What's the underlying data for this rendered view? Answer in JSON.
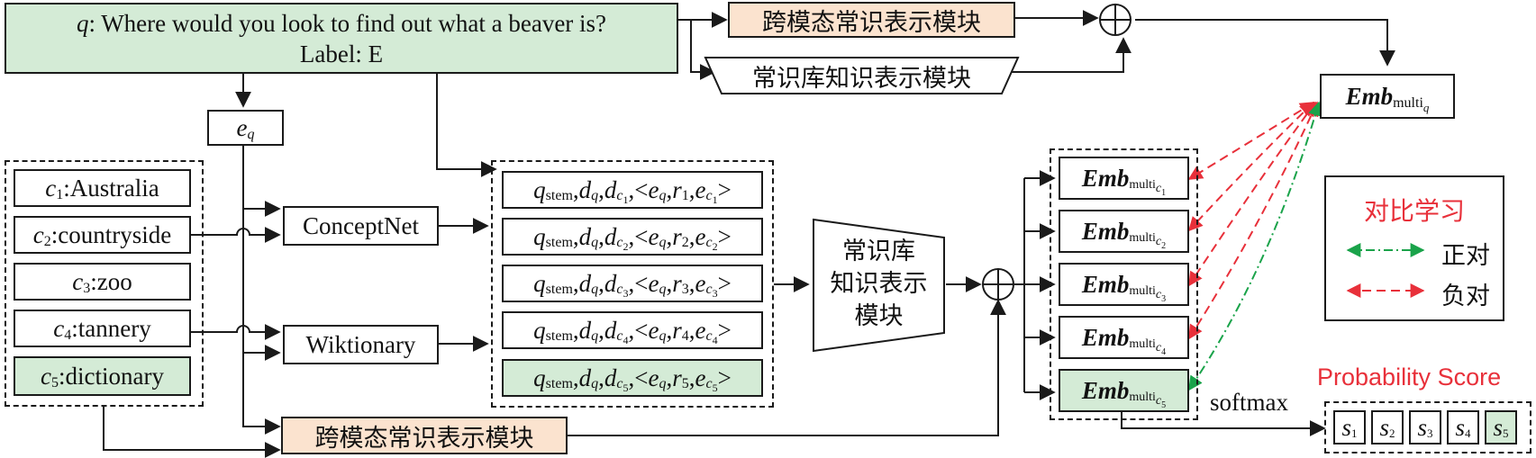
{
  "question": {
    "prefix": "q",
    "text": ": Where would you look to find out what a beaver is?",
    "label": "Label: E"
  },
  "modules": {
    "cross_modal_top": "跨模态常识表示模块",
    "kb_top": "常识库知识表示模块",
    "cross_modal_bottom": "跨模态常识表示模块",
    "kb_center": [
      "常识库",
      "知识表示",
      "模块"
    ]
  },
  "eq": {
    "sym": "e",
    "sub": "q"
  },
  "choices": [
    {
      "sym": "c",
      "sub": "1",
      "text": ":Australia"
    },
    {
      "sym": "c",
      "sub": "2",
      "text": ":countryside"
    },
    {
      "sym": "c",
      "sub": "3",
      "text": ":zoo"
    },
    {
      "sym": "c",
      "sub": "4",
      "text": ":tannery"
    },
    {
      "sym": "c",
      "sub": "5",
      "text": ":dictionary"
    }
  ],
  "sources": {
    "conceptnet": "ConceptNet",
    "wiktionary": "Wiktionary"
  },
  "tuples": [
    {
      "q": "q",
      "stem": "stem",
      "d": "d",
      "dsub": "q",
      "dc": "d",
      "dcsub": "c",
      "dcidx": "1",
      "open": "<",
      "e": "e",
      "esub": "q",
      "r": "r",
      "rsub": "1",
      "ec": "e",
      "ecsub": "c",
      "ecidx": "1",
      "close": ">"
    },
    {
      "q": "q",
      "stem": "stem",
      "d": "d",
      "dsub": "q",
      "dc": "d",
      "dcsub": "c",
      "dcidx": "2",
      "open": "<",
      "e": "e",
      "esub": "q",
      "r": "r",
      "rsub": "2",
      "ec": "e",
      "ecsub": "c",
      "ecidx": "2",
      "close": ">"
    },
    {
      "q": "q",
      "stem": "stem",
      "d": "d",
      "dsub": "q",
      "dc": "d",
      "dcsub": "c",
      "dcidx": "3",
      "open": "<",
      "e": "e",
      "esub": "q",
      "r": "r",
      "rsub": "3",
      "ec": "e",
      "ecsub": "c",
      "ecidx": "3",
      "close": ">"
    },
    {
      "q": "q",
      "stem": "stem",
      "d": "d",
      "dsub": "q",
      "dc": "d",
      "dcsub": "c",
      "dcidx": "4",
      "open": "<",
      "e": "e",
      "esub": "q",
      "r": "r",
      "rsub": "4",
      "ec": "e",
      "ecsub": "c",
      "ecidx": "4",
      "close": ">"
    },
    {
      "q": "q",
      "stem": "stem",
      "d": "d",
      "dsub": "q",
      "dc": "d",
      "dcsub": "c",
      "dcidx": "5",
      "open": "<",
      "e": "e",
      "esub": "q",
      "r": "r",
      "rsub": "5",
      "ec": "e",
      "ecsub": "c",
      "ecidx": "5",
      "close": ">"
    }
  ],
  "embeddings": [
    {
      "main": "Emb",
      "sub": "multi",
      "subsub": "c",
      "idx": "1"
    },
    {
      "main": "Emb",
      "sub": "multi",
      "subsub": "c",
      "idx": "2"
    },
    {
      "main": "Emb",
      "sub": "multi",
      "subsub": "c",
      "idx": "3"
    },
    {
      "main": "Emb",
      "sub": "multi",
      "subsub": "c",
      "idx": "4"
    },
    {
      "main": "Emb",
      "sub": "multi",
      "subsub": "c",
      "idx": "5"
    }
  ],
  "emb_q": {
    "main": "Emb",
    "sub": "multi",
    "subsub": "q"
  },
  "legend": {
    "title": "对比学习",
    "positive": "正对",
    "negative": "负对"
  },
  "softmax": "softmax",
  "probability": {
    "title": "Probability Score",
    "scores": [
      {
        "sym": "s",
        "sub": "1"
      },
      {
        "sym": "s",
        "sub": "2"
      },
      {
        "sym": "s",
        "sub": "3"
      },
      {
        "sym": "s",
        "sub": "4"
      },
      {
        "sym": "s",
        "sub": "5"
      }
    ]
  },
  "colors": {
    "green_fill": "#d4ebd6",
    "peach_fill": "#fbe3cf",
    "red": "#e8303a",
    "green": "#1aa34a"
  }
}
